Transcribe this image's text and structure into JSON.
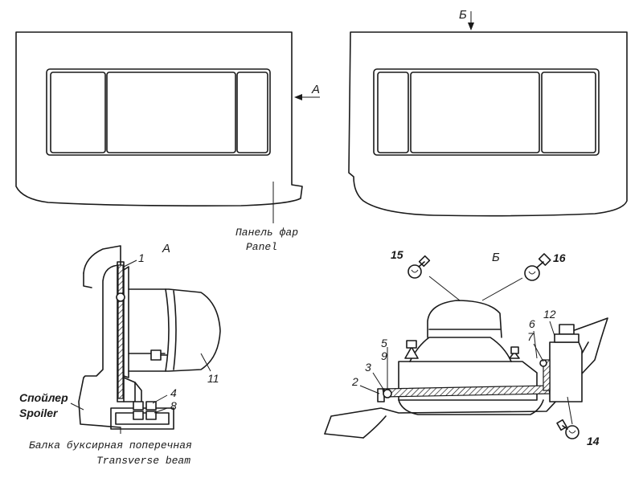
{
  "diagram": {
    "view_marker_a": "А",
    "view_marker_b": "Б",
    "view_a_title": "А",
    "view_b_title": "Б",
    "panel_label_ru": "Панель фар",
    "panel_label_en": "Panel",
    "spoiler_label_ru": "Спойлер",
    "spoiler_label_en": "Spoiler",
    "beam_label_ru": "Балка буксирная поперечная",
    "beam_label_en": "Transverse beam",
    "callouts": {
      "c1": "1",
      "c2": "2",
      "c3": "3",
      "c4": "4",
      "c5": "5",
      "c6": "6",
      "c7": "7",
      "c8": "8",
      "c9": "9",
      "c11": "11",
      "c12": "12",
      "c14": "14",
      "c15": "15",
      "c16": "16"
    }
  }
}
